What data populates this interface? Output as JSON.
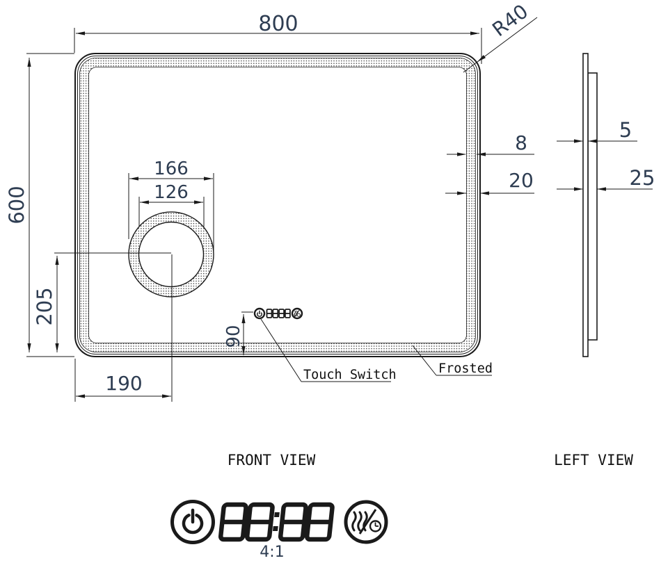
{
  "drawing": {
    "front_view": {
      "label": "FRONT VIEW",
      "dim_width": "800",
      "dim_height": "600",
      "corner_radius": "R40",
      "magnifier_outer_dia": "166",
      "magnifier_inner_dia": "126",
      "magnifier_center_from_bottom": "205",
      "magnifier_center_from_left": "190",
      "switch_height_from_bottom": "90",
      "frost_band_width": "8",
      "frost_margin_width": "20",
      "touch_switch_label": "Touch Switch",
      "frosted_label": "Frosted",
      "mirror_display_value": "8888",
      "mirror_icons": [
        "power-icon",
        "defog-timer-icon"
      ]
    },
    "left_view": {
      "label": "LEFT VIEW",
      "glass_thickness": "5",
      "total_depth": "25"
    },
    "detail": {
      "scale_label": "4:1",
      "display_value": "88:88",
      "icons": [
        "power-icon",
        "defog-timer-icon"
      ]
    },
    "colors": {
      "line": "#1a1a1a",
      "dim_text": "#2e3d52",
      "label_text": "#111111"
    }
  }
}
